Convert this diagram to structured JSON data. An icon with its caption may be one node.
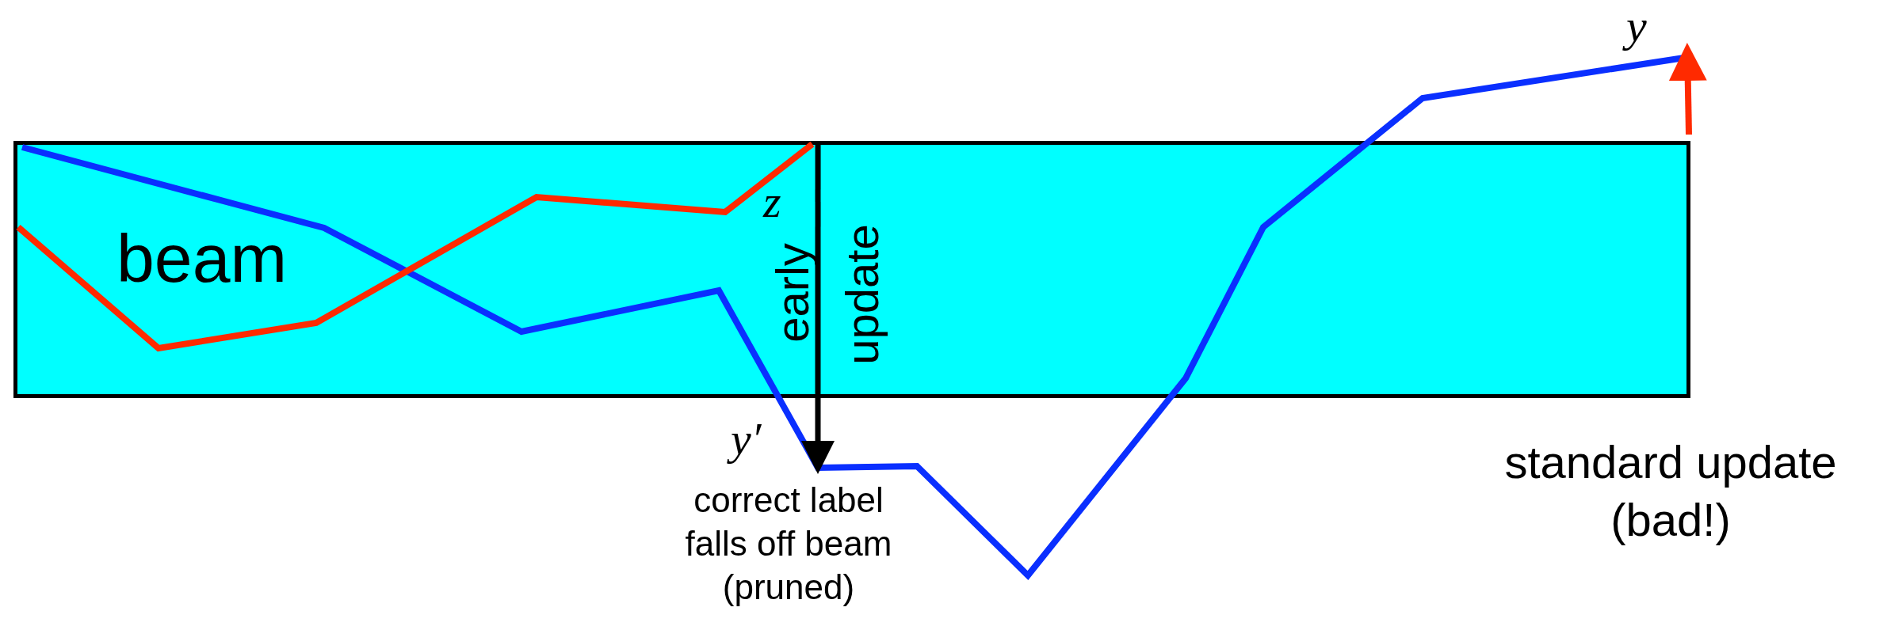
{
  "diagram": {
    "nodes": [
      {
        "text": [
          "beam"
        ]
      },
      {
        "text": [
          "correct label falls off beam (pruned)"
        ]
      }
    ],
    "edges": [
      {
        "from": 0,
        "to": 1,
        "arrow": "to"
      },
      {
        "from": 0,
        "to": null,
        "arrow": "to",
        "color": "#ff2a00"
      }
    ],
    "labels": [
      "z",
      "early",
      "update",
      "y′",
      "y",
      "standard update (bad!)"
    ]
  }
}
